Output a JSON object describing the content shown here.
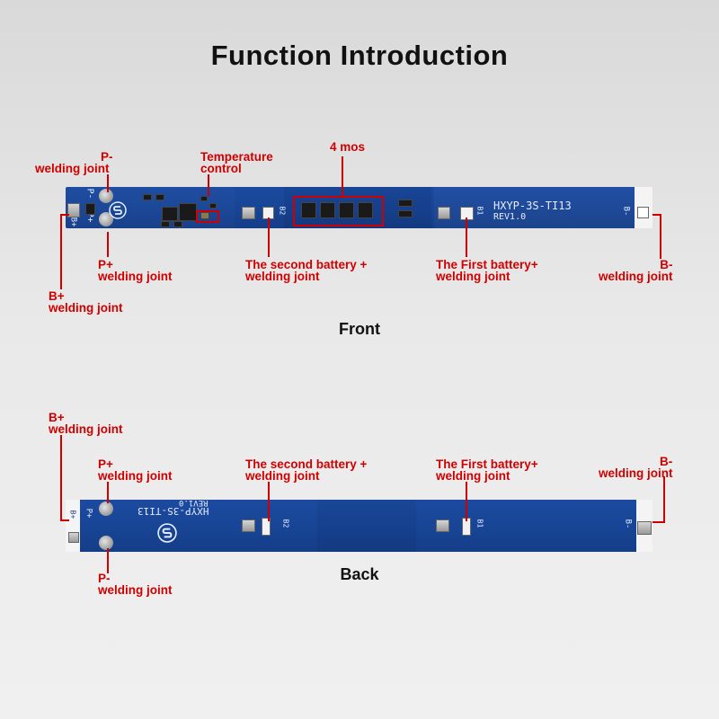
{
  "title": "Function Introduction",
  "front": {
    "section_label": "Front",
    "board_text": "HXYP-3S-TI13",
    "board_rev": "REV1.0",
    "silk": {
      "p_minus": "P-",
      "b_plus": "B+",
      "p_plus": "P+",
      "b2": "B2",
      "b1": "B1",
      "b_minus": "B-"
    },
    "labels": {
      "p_minus": {
        "line1": "P-",
        "line2": "welding joint"
      },
      "temperature": {
        "line1": "Temperature",
        "line2": "control"
      },
      "mos": {
        "line1": "4 mos"
      },
      "p_plus": {
        "line1": "P+",
        "line2": "welding joint"
      },
      "second_battery": {
        "line1": "The second battery +",
        "line2": "welding joint"
      },
      "first_battery": {
        "line1": "The First battery+",
        "line2": "welding joint"
      },
      "b_minus": {
        "line1": "B-",
        "line2": "welding joint"
      },
      "b_plus": {
        "line1": "B+",
        "line2": "welding joint"
      }
    }
  },
  "back": {
    "section_label": "Back",
    "board_text": "HXYP-3S-TI13",
    "board_rev": "REV1.0",
    "silk": {
      "b_plus": "B+",
      "p_plus": "P+",
      "b2": "B2",
      "b1": "B1",
      "b_minus": "B-"
    },
    "labels": {
      "b_plus": {
        "line1": "B+",
        "line2": "welding joint"
      },
      "p_plus": {
        "line1": "P+",
        "line2": "welding joint"
      },
      "second_battery": {
        "line1": "The second battery +",
        "line2": "welding joint"
      },
      "first_battery": {
        "line1": "The First battery+",
        "line2": "welding joint"
      },
      "b_minus": {
        "line1": "B-",
        "line2": "welding joint"
      },
      "p_minus": {
        "line1": "P-",
        "line2": "welding joint"
      }
    }
  }
}
